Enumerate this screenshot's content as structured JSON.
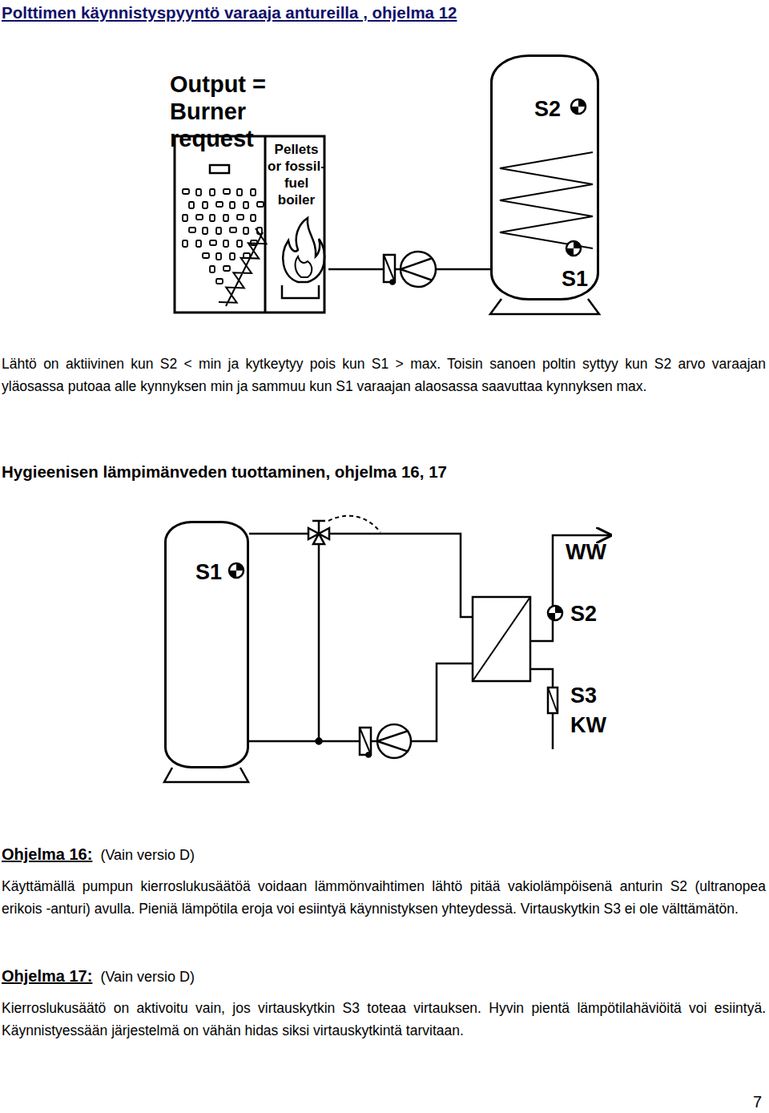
{
  "diagram": {
    "title": "Polttimen käynnistyspyyntö varaaja antureilla , ohjelma 12",
    "nodes": [
      {
        "text": [
          "Output = Burner request",
          "Pellets or fossil-fuel boiler"
        ]
      },
      {
        "text": [
          "S2",
          "S1"
        ]
      },
      {
        "text": [
          "S1"
        ]
      }
    ],
    "edges": [
      {
        "from": 0,
        "to": 1,
        "arrow": "none"
      }
    ],
    "labels": [
      "Lähtö on aktiivinen kun S2 < min ja kytkeytyy pois kun S1 > max. Toisin sanoen poltin syttyy kun S2 arvo varaajan yläosassa putoaa alle kynnyksen min ja sammuu kun S1 varaajan alaosassa saavuttaa kynnyksen max.",
      "Hygieenisen lämpimänveden tuottaminen, ohjelma 16, 17",
      "WW",
      "S2",
      "S3",
      "KW",
      "Ohjelma 16:",
      "(Vain versio D)",
      "Käyttämällä pumpun kierroslukusäätöä voidaan lämmönvaihtimen lähtö pitää vakiolämpöisenä anturin S2 (ultranopea erikois -anturi) avulla. Pieniä lämpötila eroja voi esiintyä käynnistyksen yhteydessä. Virtauskytkin S3 ei ole välttämätön.",
      "Ohjelma 17:",
      "(Vain versio D)",
      "Kierroslukusäätö on aktivoitu vain, jos virtauskytkin S3 toteaa virtauksen. Hyvin pientä lämpötilahäviöitä voi esiintyä. Käynnistyessään järjestelmä on vähän hidas siksi virtauskytkintä tarvitaan.",
      "7"
    ]
  }
}
